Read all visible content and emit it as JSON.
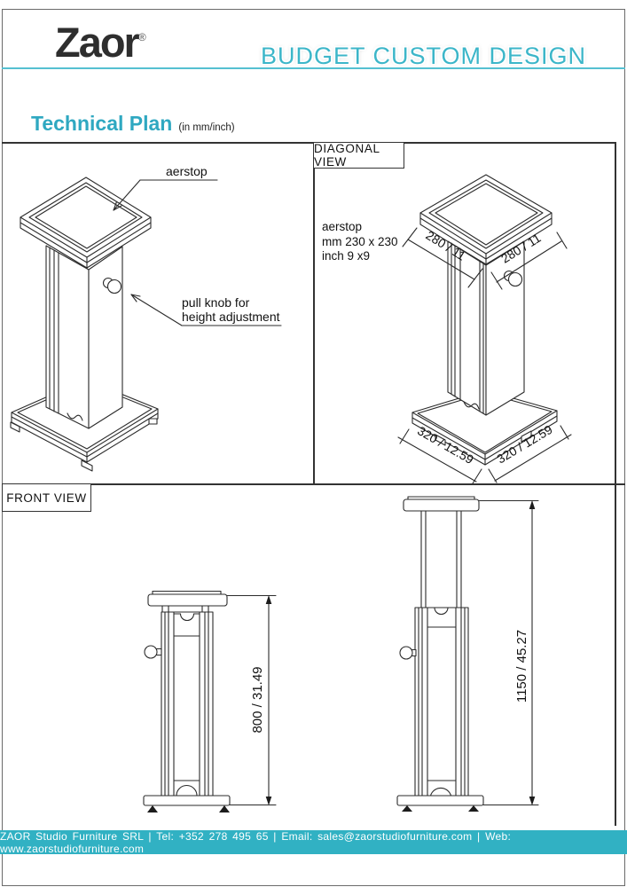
{
  "header": {
    "logo_text": "Zaor",
    "registered_mark": "®",
    "tagline": "BUDGET CUSTOM DESIGN"
  },
  "title": {
    "text": "Technical Plan",
    "units_note": "(in mm/inch)"
  },
  "diagonal_section": {
    "label": "DIAGONAL VIEW",
    "annotations": {
      "aerstop": "aerstop",
      "pull_knob_line1": "pull knob for",
      "pull_knob_line2": "height adjustment"
    },
    "spec": {
      "line1": "aerstop",
      "line2": "mm 230 x 230",
      "line3": "inch 9 x9"
    },
    "dims": {
      "top_left": "280 / 11",
      "top_right": "280 / 11",
      "base_left": "320 / 12.59",
      "base_right": "320 / 12.59"
    }
  },
  "front_section": {
    "label": "FRONT VIEW",
    "dims": {
      "lowered": "800 / 31.49",
      "extended": "1150 / 45.27"
    }
  },
  "footer": {
    "text": "ZAOR Studio Furniture SRL | Tel: +352 278 495 65 | Email: sales@zaorstudiofurniture.com | Web: www.zaorstudiofurniture.com"
  },
  "colors": {
    "accent_teal": "#31b1c3",
    "line_dark": "#2b2b2b"
  }
}
